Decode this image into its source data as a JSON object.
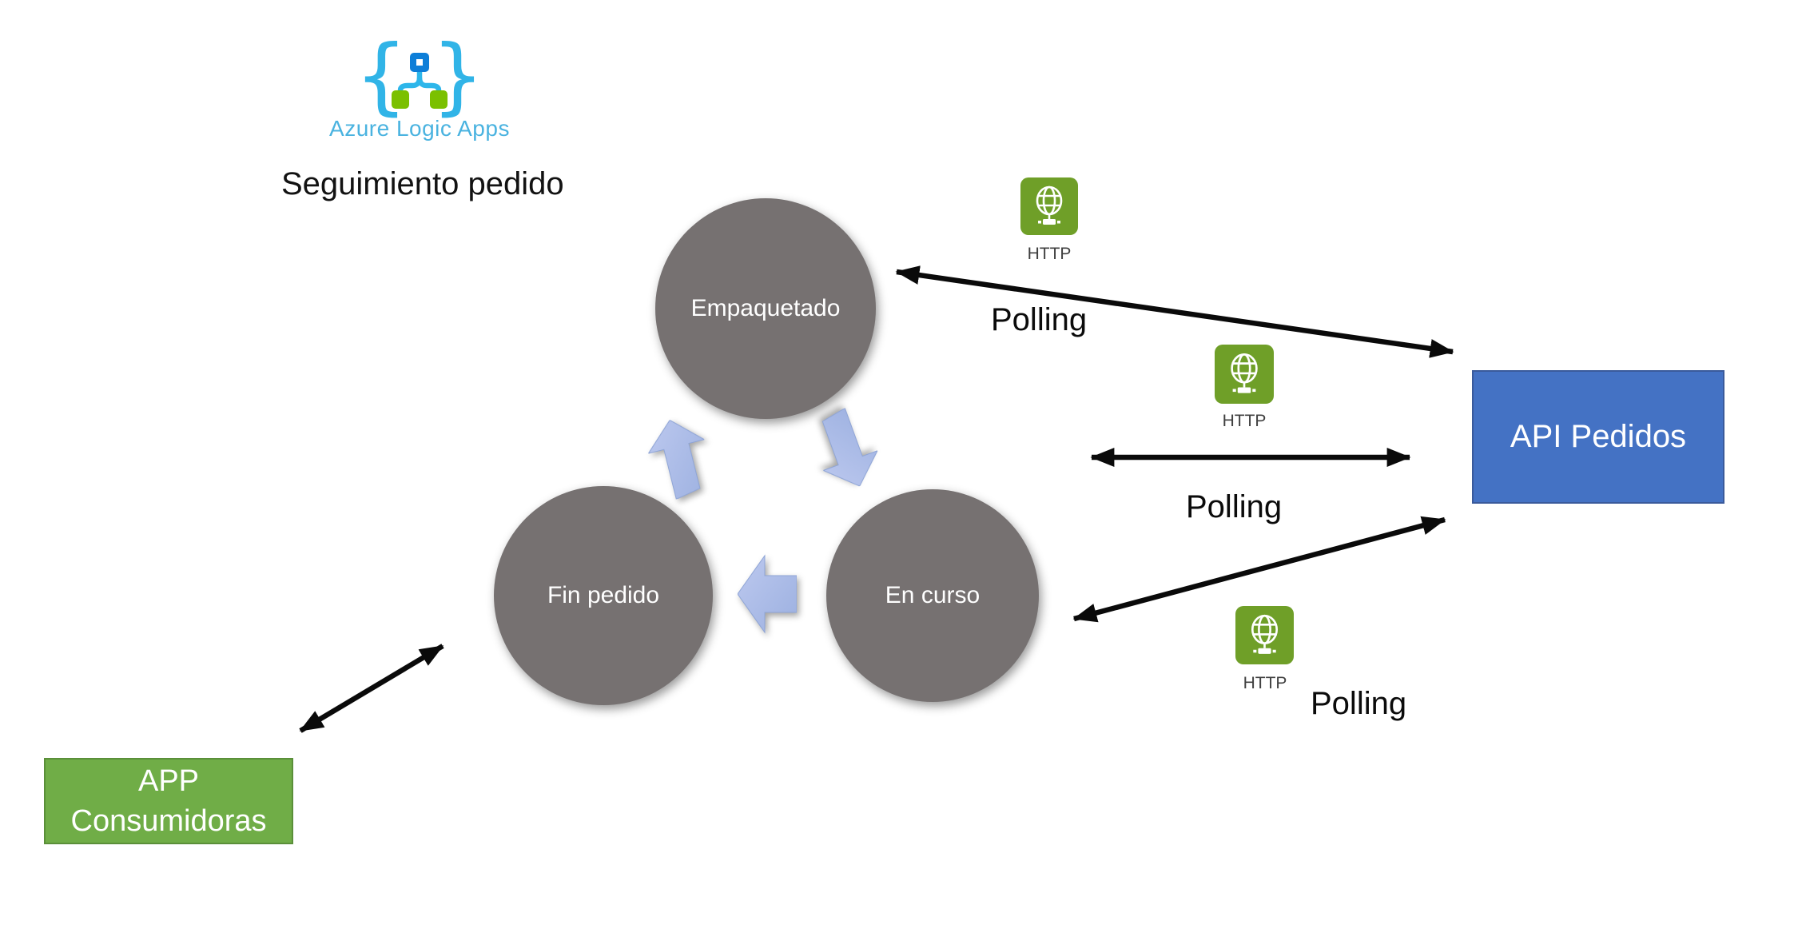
{
  "logo": {
    "brand": "Azure Logic Apps",
    "left_brace": "{",
    "right_brace": "}"
  },
  "title": "Seguimiento pedido",
  "cycle": {
    "nodes": [
      {
        "label": "Empaquetado"
      },
      {
        "label": "Fin pedido"
      },
      {
        "label": "En curso"
      }
    ]
  },
  "http_connectors": [
    {
      "label": "HTTP",
      "polling": "Polling"
    },
    {
      "label": "HTTP",
      "polling": "Polling"
    },
    {
      "label": "HTTP",
      "polling": "Polling"
    }
  ],
  "boxes": {
    "api": {
      "label": "API Pedidos"
    },
    "app": {
      "line1": "APP",
      "line2": "Consumidoras"
    }
  },
  "colors": {
    "node_gray": "#767171",
    "cycle_arrow_blue": "#a9bce6",
    "api_box_blue": "#4472c4",
    "api_box_border": "#3a5a9b",
    "app_box_green": "#70ad47",
    "app_box_border": "#5a8f39",
    "http_icon_green": "#6f9f28",
    "logo_light_blue": "#31b4e7",
    "logo_text_blue": "#4ab3e0",
    "logo_dark_blue": "#0d7ed8",
    "logo_green": "#7bc000",
    "arrow_black": "#0a0a0a"
  }
}
